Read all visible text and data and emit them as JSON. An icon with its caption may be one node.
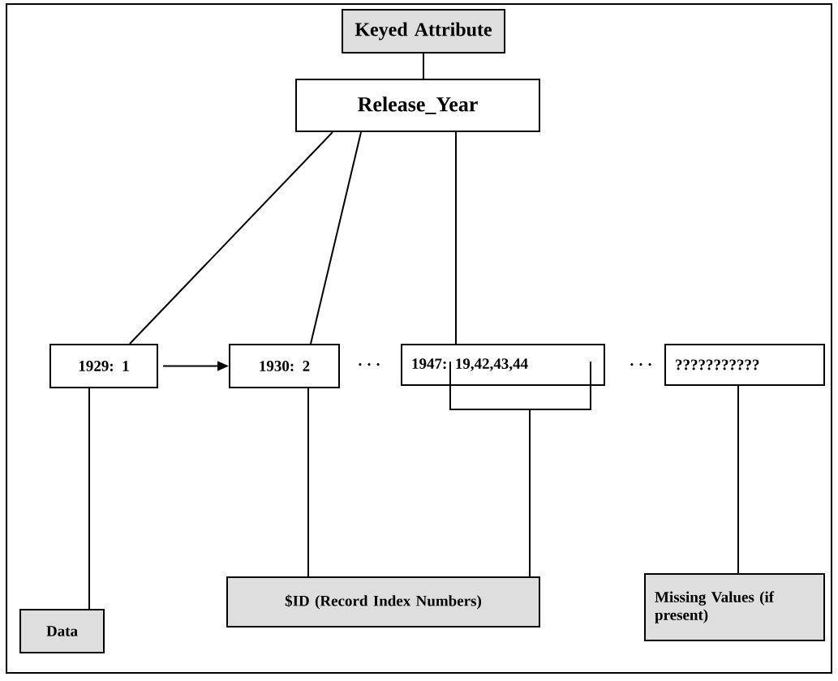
{
  "diagram": {
    "nodes": [
      {
        "text": [
          "Keyed Attribute"
        ]
      },
      {
        "text": [
          "Release_Year"
        ]
      },
      {
        "text": [
          "1929:  1"
        ]
      },
      {
        "text": [
          "1930:  2"
        ]
      },
      {
        "text": [
          "1947:  19,42,43,44"
        ]
      },
      {
        "text": [
          "???????????"
        ]
      },
      {
        "text": [
          "Data"
        ]
      },
      {
        "text": [
          "$ID (Record Index Numbers)"
        ]
      },
      {
        "text": [
          "Missing Values (if present)"
        ]
      }
    ],
    "edges": [
      {
        "from": 0,
        "to": 1,
        "arrow": "none"
      },
      {
        "from": 1,
        "to": 2,
        "arrow": "none"
      },
      {
        "from": 1,
        "to": 3,
        "arrow": "none"
      },
      {
        "from": 1,
        "to": 4,
        "arrow": "none"
      },
      {
        "from": 2,
        "to": 3,
        "arrow": "to"
      },
      {
        "from": 2,
        "to": 6,
        "arrow": "none"
      },
      {
        "from": 3,
        "to": 7,
        "arrow": "none"
      },
      {
        "from": 4,
        "to": 7,
        "arrow": "none"
      },
      {
        "from": 5,
        "to": 8,
        "arrow": "none"
      }
    ],
    "labels": [
      "· · ·",
      "· · ·"
    ]
  }
}
